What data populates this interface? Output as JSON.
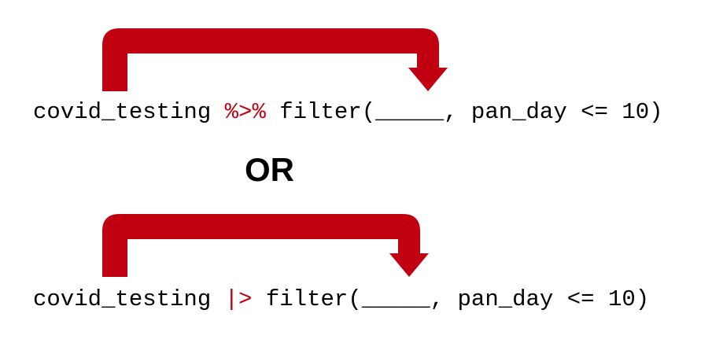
{
  "colors": {
    "arrow": "#c00010",
    "pipe_operator": "#c00010",
    "text": "#000000",
    "background": "#ffffff"
  },
  "example_magrittr": {
    "lhs": "covid_testing",
    "pipe": "%>%",
    "call": "filter(_____, pan_day <= 10)"
  },
  "or_label": "OR",
  "example_native": {
    "lhs": "covid_testing",
    "pipe": "|>",
    "call": "filter(_____, pan_day <= 10)"
  },
  "icons": {
    "top_arrow": "curved-arrow-right-down-icon",
    "bottom_arrow": "curved-arrow-right-down-icon"
  }
}
